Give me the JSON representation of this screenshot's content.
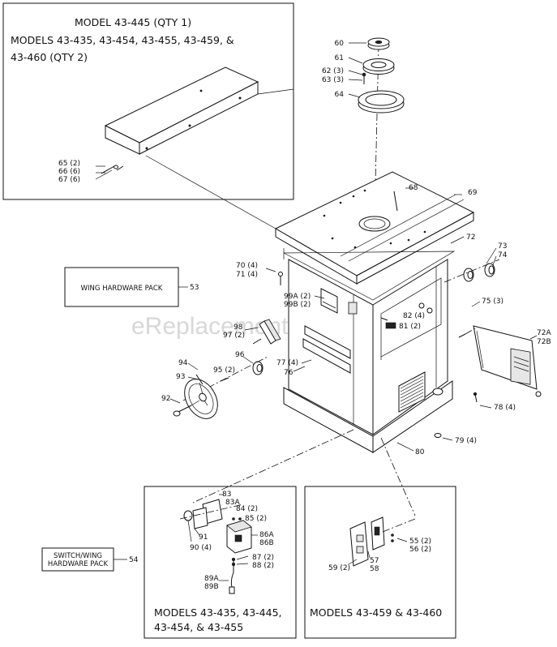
{
  "watermark": "eReplacementParts.com",
  "boxes": {
    "wing": {
      "line1": "MODEL 43-445 (QTY 1)",
      "line2": "MODELS 43-435, 43-454, 43-455, 43-459, &",
      "line3": "43-460 (QTY 2)"
    },
    "switch_a": {
      "line1": "MODELS 43-435, 43-445,",
      "line2": "43-454, & 43-455"
    },
    "switch_b": {
      "line1": "MODELS 43-459 & 43-460"
    }
  },
  "packs": {
    "wing_pack": {
      "label": "WING HARDWARE PACK",
      "number": "53"
    },
    "switch_pack": {
      "line1": "SWITCH/WING",
      "line2": "HARDWARE PACK",
      "number": "54"
    }
  },
  "callouts": [
    "60",
    "61",
    "62 (3)",
    "63 (3)",
    "64",
    "65 (2)",
    "66 (6)",
    "67 (6)",
    "68",
    "69",
    "72",
    "73",
    "74",
    "70 (4)",
    "71 (4)",
    "99A (2)",
    "99B (2)",
    "75 (3)",
    "82 (4)",
    "81 (2)",
    "98",
    "97 (2)",
    "72A",
    "72B",
    "96",
    "77 (4)",
    "76",
    "94",
    "95 (2)",
    "93",
    "92",
    "78 (4)",
    "79 (4)",
    "80",
    "83",
    "83A",
    "84 (2)",
    "85 (2)",
    "86A",
    "86B",
    "91",
    "90 (4)",
    "87 (2)",
    "88 (2)",
    "89A",
    "89B",
    "55 (2)",
    "56 (2)",
    "57",
    "58",
    "59 (2)"
  ]
}
